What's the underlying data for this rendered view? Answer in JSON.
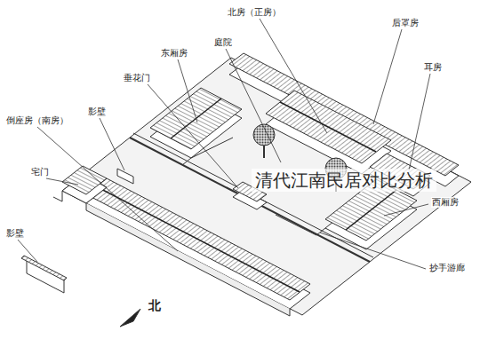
{
  "diagram": {
    "labels": [
      "北房（正房）",
      "后罩房",
      "耳房",
      "东厢房",
      "庭院",
      "垂花门",
      "影壁",
      "倒座房（南房）",
      "宅门",
      "影壁",
      "西厢房",
      "抄手游廊",
      "北",
      "清代江南民居对比分析"
    ]
  }
}
